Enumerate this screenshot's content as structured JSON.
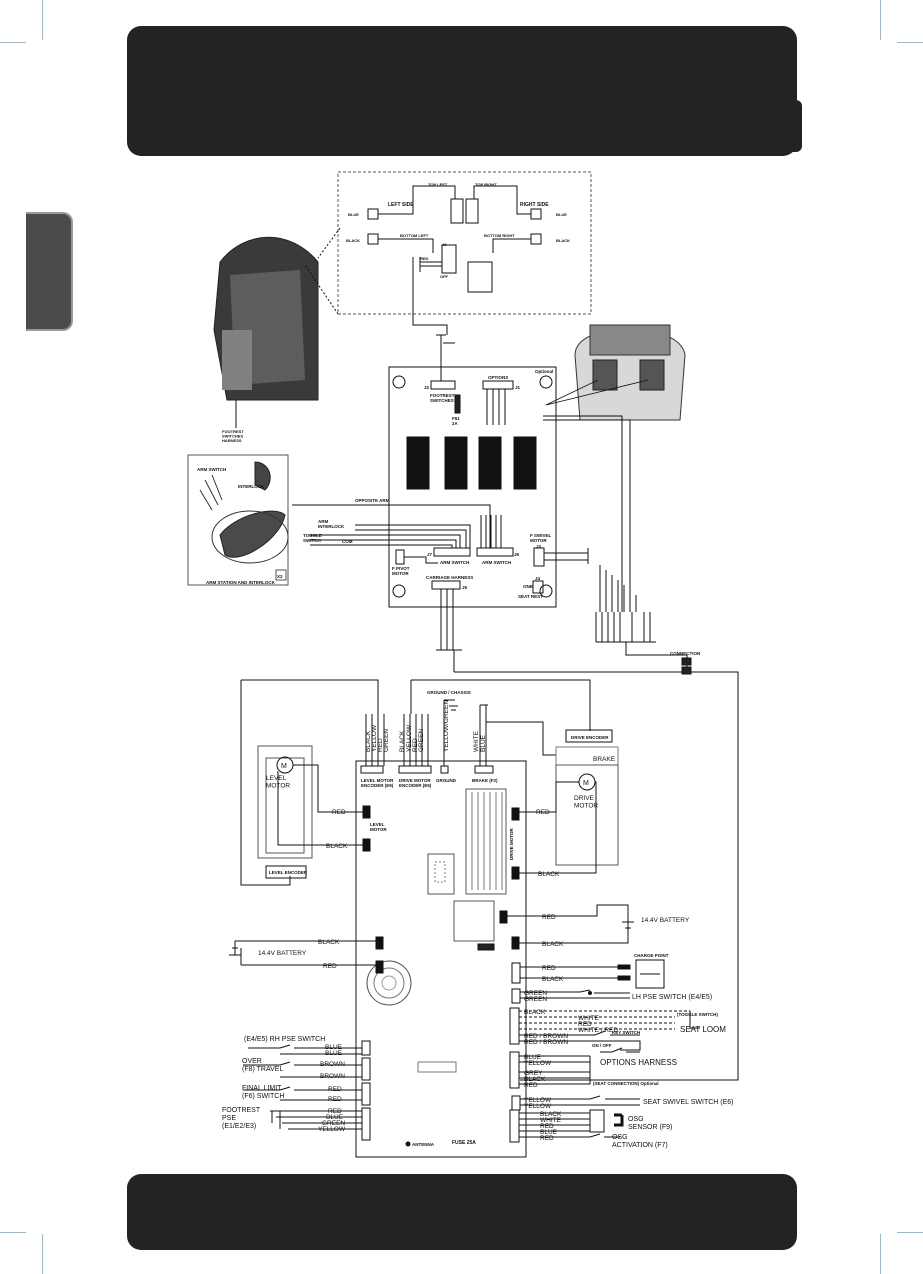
{
  "top_harness": {
    "left_side": "LEFT SIDE",
    "right_side": "RIGHT SIDE",
    "top_left": "TOP LEFT",
    "top_right": "TOP RIGHT",
    "bottom_left": "BOTTOM LEFT",
    "bottom_right": "BOTTOM RIGHT",
    "blue": "BLUE",
    "black": "BLACK",
    "j8": "J8",
    "red": "RED",
    "off": "OFF",
    "footrest_harness": "FOOTREST\nSWITCHES\nHARNESS"
  },
  "options_board": {
    "optional": "Optional",
    "j2": "J2",
    "footrest_switches": "FOOTREST\nSWITCHES",
    "options": "OPTIONS",
    "j1": "J1",
    "fuse": "F51\n2A",
    "opposite_arm": "OPPOSITE ARM",
    "arm_interlock": "ARM\nINTERLOCK",
    "toggle_switch": "TOGGLE\nSWITCH",
    "com": "COM",
    "j7": "J7",
    "arm_switch": "ARM SWITCH",
    "j6": "J6",
    "arm_switch_2": "ARM SWITCH",
    "f_swivel_motor": "F SWIVEL\nMOTOR",
    "j3": "J3",
    "f_pivot_motor": "F PIVOT\nMOTOR",
    "carriage_harness": "CARRIAGE HARNESS",
    "j5": "J5",
    "j4": "J4",
    "seat_rest": "SEAT REST",
    "one": "ONE"
  },
  "arm_station": {
    "arm_switch": "ARM SWITCH",
    "interlock": "INTERLOCK",
    "label": "ARM STATION AND INTERLOCK",
    "x2": "X2"
  },
  "connection": "CONNECTION",
  "main_board": {
    "ground_chassis": "GROUND / CHASSIS",
    "drive_encoder": "DRIVE ENCODER",
    "brake": "BRAKE",
    "level_motor_encoder": "LEVEL MOTOR\nENCODER (E9)",
    "drive_motor_encoder": "DRIVE MOTOR\nENCODER (E9)",
    "ground": "GROUND",
    "brake_f2": "BRAKE (F2)",
    "level_motor": "LEVEL\nMOTOR",
    "level_motor_tag": "LEVEL\nMOTOR",
    "level_encoder": "LEVEL ENCODER",
    "drive_motor": "DRIVE\nMOTOR",
    "drive_motor_tag": "DRIVE MOTOR",
    "m": "M",
    "battery_right": "14.4V BATTERY",
    "battery_left": "14.4V BATTERY",
    "fuse": "FUSE 25A",
    "charge_point": "CHARGE POINT",
    "antenna": "ANTENNA",
    "wires": {
      "black": "BLACK",
      "yellow": "YELLOW",
      "red": "RED",
      "green": "GREEN",
      "yellow_green": "YELLOW/GREEN",
      "white": "WHITE",
      "blue": "BLUE",
      "brown": "BROWN",
      "grey": "GREY",
      "white_red": "WHITE / RED",
      "red_brown": "RED / BROWN"
    },
    "lh_pse": "LH PSE SWITCH (E4/E5)",
    "toggle_switch": "(TOGGLE SWITCH)",
    "seat_loom": "SEAT LOOM",
    "key_switch": "KEY SWITCH",
    "on_off": "ON / OFF",
    "options_harness": "OPTIONS HARNESS",
    "seat_connection": "(SEAT CONNECTION) Optional",
    "seat_swivel": "SEAT SWIVEL SWITCH (E6)",
    "osg_sensor": "OSG\nSENSOR (F9)",
    "osg_activation": "OSG\nACTIVATION (F7)",
    "rh_pse": "(E4/E5) RH PSE SWITCH",
    "over_travel": "OVER\n(F8) TRAVEL",
    "final_limit": "FINAL LIMIT\n(F6) SWITCH",
    "footrest_pse": "FOOTREST\nPSE\n(E1/E2/E3)"
  }
}
